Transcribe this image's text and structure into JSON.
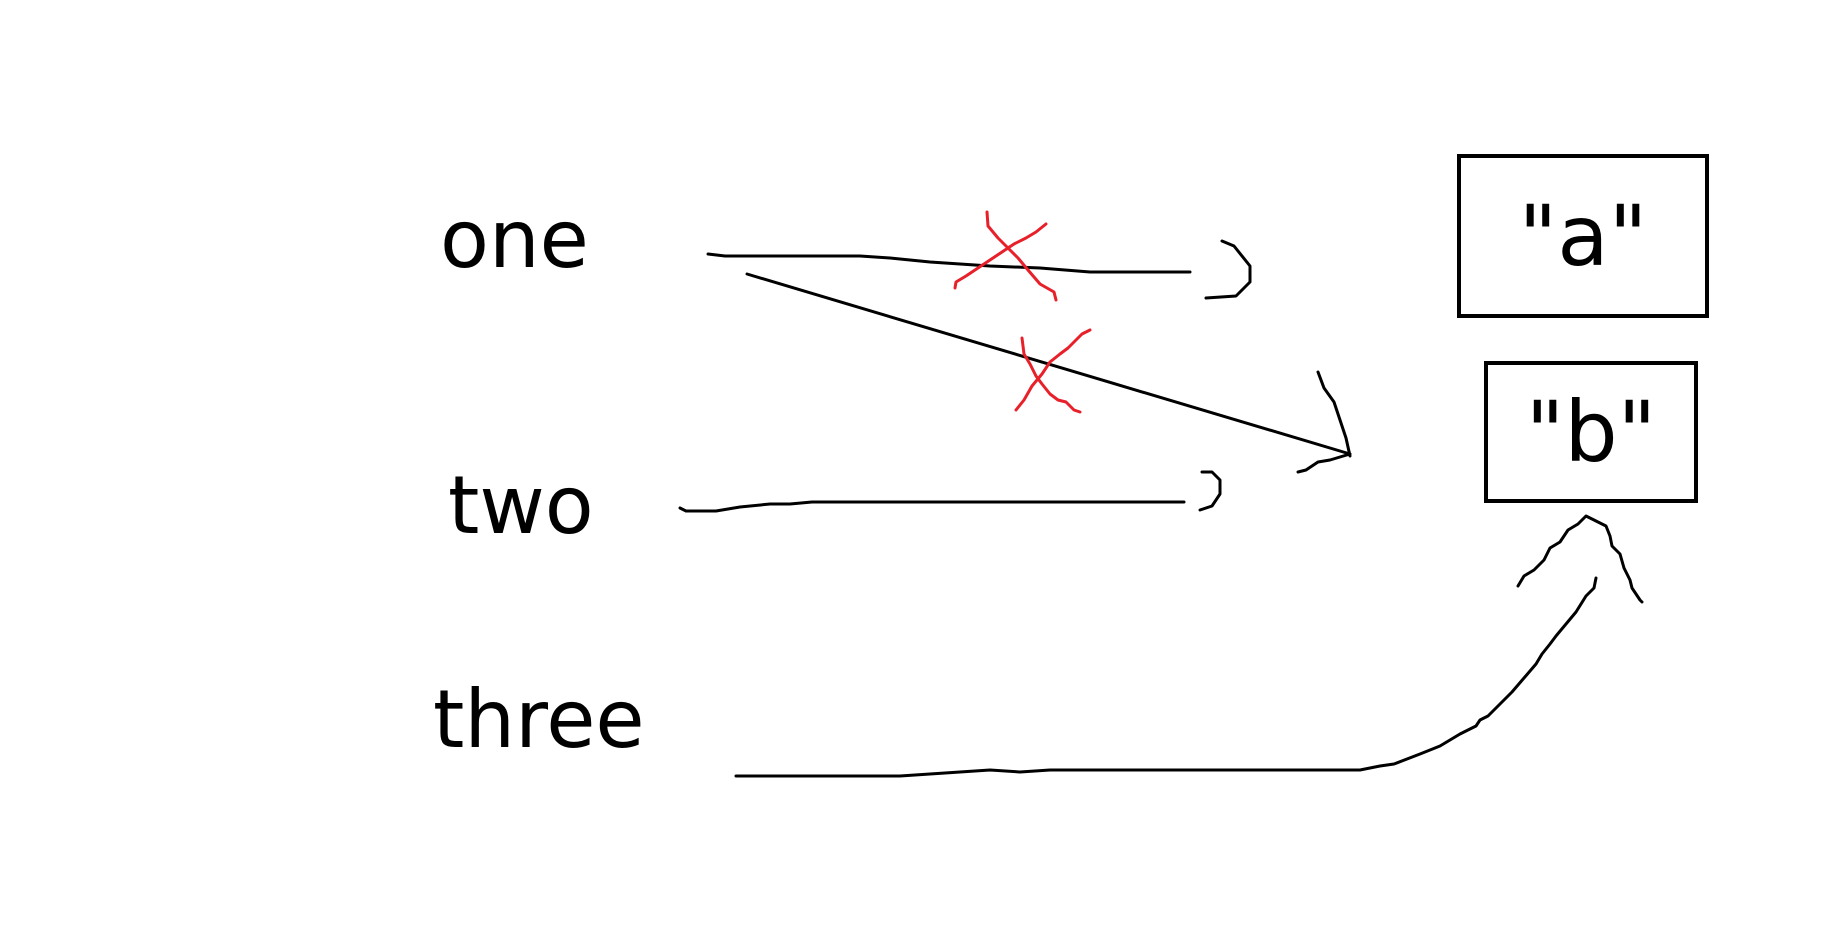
{
  "variables": [
    {
      "label": "one"
    },
    {
      "label": "two"
    },
    {
      "label": "three"
    }
  ],
  "values": [
    {
      "label": "\"a\""
    },
    {
      "label": "\"b\""
    }
  ],
  "colors": {
    "stroke": "#000000",
    "strike": "#e8202a",
    "background": "#ffffff"
  }
}
